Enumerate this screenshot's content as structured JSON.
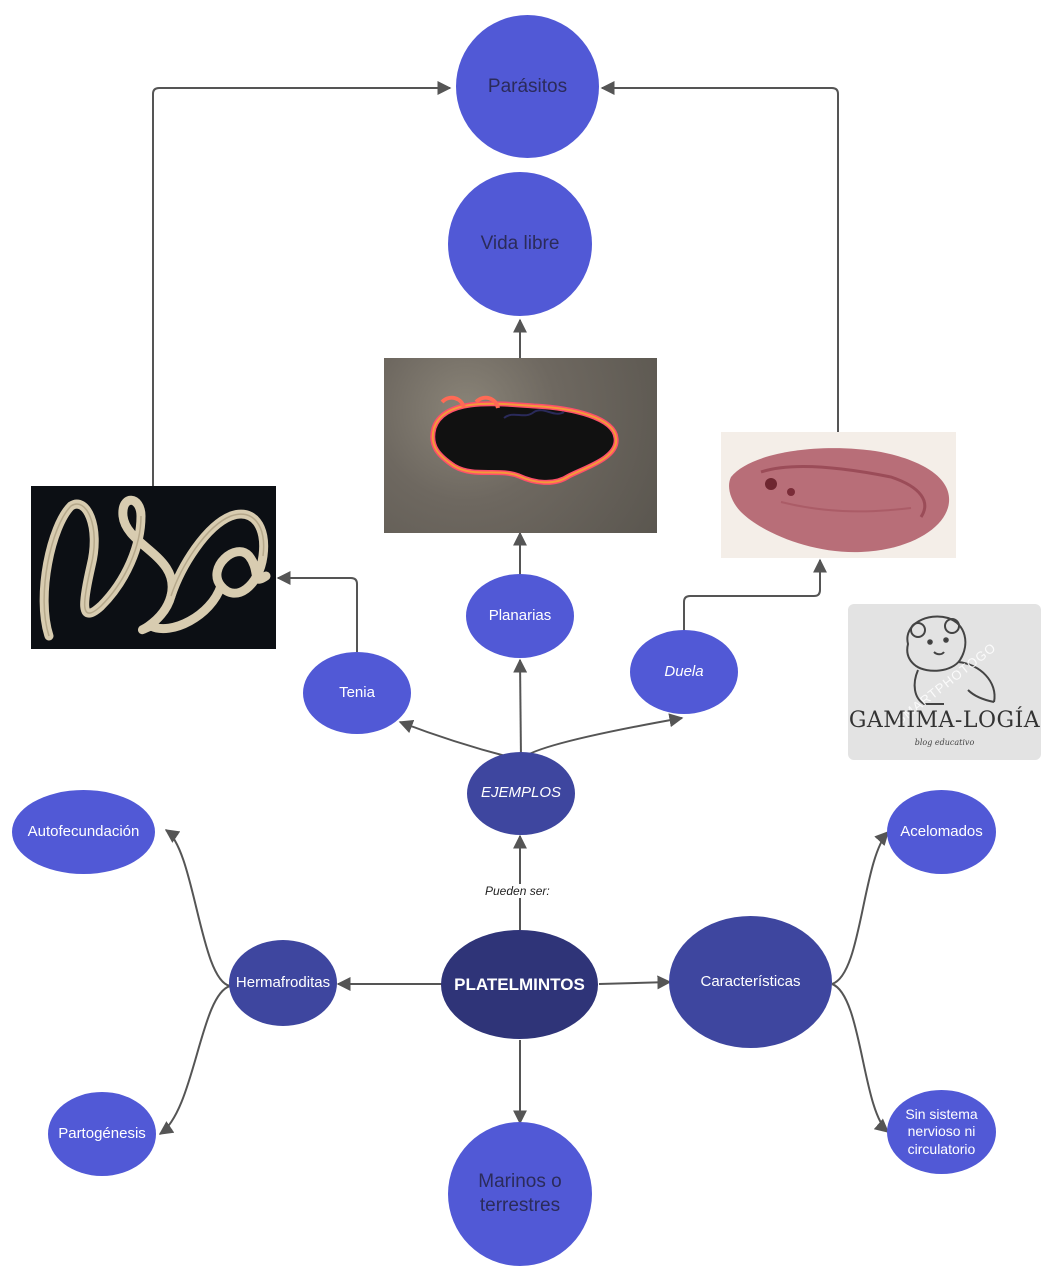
{
  "diagram": {
    "root": "PLATELMINTOS",
    "edge_label": "Pueden ser:",
    "nodes": {
      "parasitos": "Parásitos",
      "vida_libre": "Vida libre",
      "planarias": "Planarias",
      "tenia": "Tenia",
      "duela": "Duela",
      "ejemplos": "EJEMPLOS",
      "autofecundacion": "Autofecundación",
      "hermafroditas": "Hermafroditas",
      "partogenesis": "Partogénesis",
      "caracteristicas": "Características",
      "acelomados": "Acelomados",
      "sin_sistema": [
        "Sin sistema",
        "nervioso ni",
        "circulatorio"
      ],
      "marinos": [
        "Marinos o",
        "terrestres"
      ]
    },
    "images": [
      {
        "name": "tapeworm-photo",
        "depicts": "tenia"
      },
      {
        "name": "flatworm-photo",
        "depicts": "planaria"
      },
      {
        "name": "fluke-photo",
        "depicts": "duela"
      }
    ],
    "logo": {
      "title": "GAMIMA-LOGÍA",
      "subtitle": "blog educativo",
      "watermark": "SMARTPHOTOGO"
    },
    "colors": {
      "node": "#5159d6",
      "node_dark": "#3e469f",
      "root": "#2f3478",
      "edge": "#555555"
    }
  }
}
